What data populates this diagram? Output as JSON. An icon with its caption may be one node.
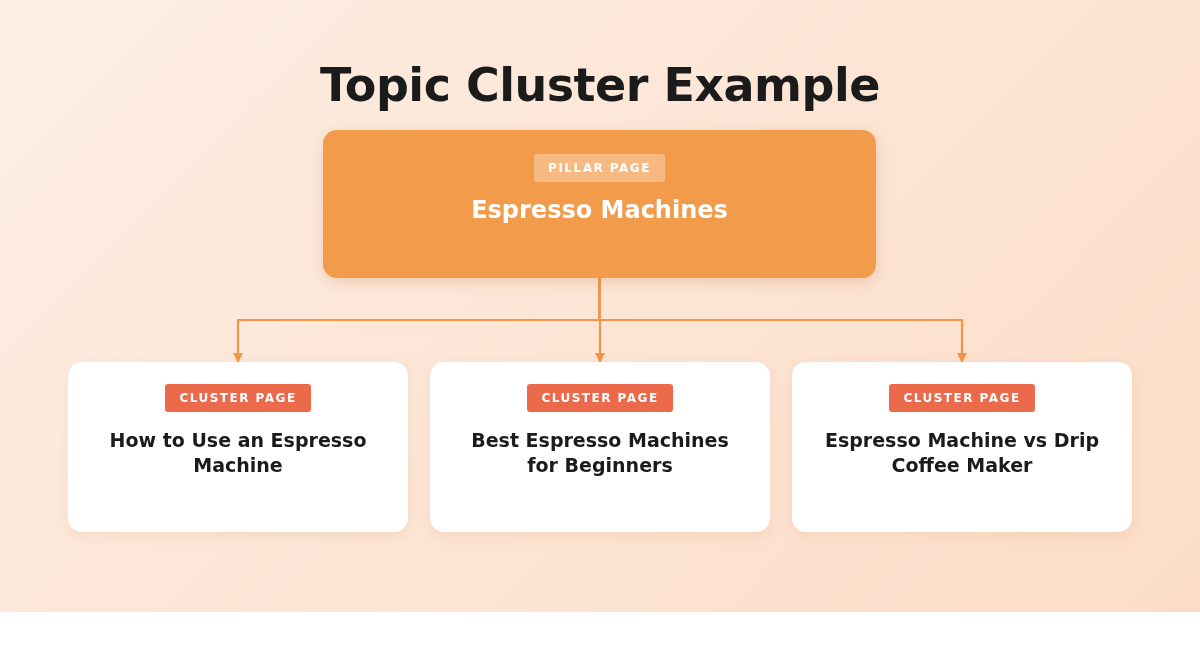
{
  "diagram": {
    "title": "Topic Cluster Example",
    "nodes": [
      {
        "text": [
          "PILLAR PAGE",
          "Espresso Machines"
        ]
      },
      {
        "text": [
          "CLUSTER PAGE",
          "How to Use an Espresso Machine"
        ]
      },
      {
        "text": [
          "CLUSTER PAGE",
          "Best Espresso Machines for Beginners"
        ]
      },
      {
        "text": [
          "CLUSTER PAGE",
          "Espresso Machine vs Drip Coffee Maker"
        ]
      }
    ],
    "edges": [
      {
        "from": 0,
        "to": 1,
        "arrow": "to"
      },
      {
        "from": 0,
        "to": 2,
        "arrow": "to"
      },
      {
        "from": 0,
        "to": 3,
        "arrow": "to"
      }
    ]
  }
}
